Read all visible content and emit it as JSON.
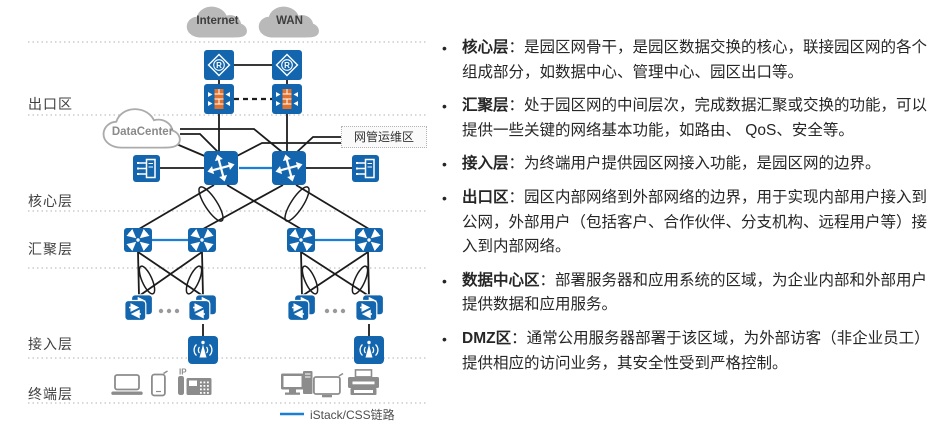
{
  "diagram": {
    "clouds": {
      "internet": "Internet",
      "wan": "WAN",
      "datacenter": "DataCenter"
    },
    "management_zone_label": "网管运维区",
    "layer_labels": [
      "出口区",
      "核心层",
      "汇聚层",
      "接入层",
      "终端层"
    ],
    "legend_label": "iStack/CSS链路",
    "router_letter": "R",
    "ip_phone_label": "IP"
  },
  "panel": {
    "bullet_char": "•",
    "items": [
      {
        "term": "核心层",
        "body": "：是园区网骨干，是园区数据交换的核心，联接园区网的各个组成部分，如数据中心、管理中心、园区出口等。"
      },
      {
        "term": "汇聚层",
        "body": "：处于园区网的中间层次，完成数据汇聚或交换的功能，可以提供一些关键的网络基本功能，如路由、 QoS、安全等。"
      },
      {
        "term": "接入层",
        "body": "：为终端用户提供园区网接入功能，是园区网的边界。"
      },
      {
        "term": "出口区",
        "body": "：园区内部网络到外部网络的边界，用于实现内部用户接入到公网，外部用户（包括客户、合作伙伴、分支机构、远程用户等）接入到内部网络。"
      },
      {
        "term": "数据中心区",
        "body": "：部署服务器和应用系统的区域，为企业内部和外部用户提供数据和应用服务。"
      },
      {
        "term": "DMZ区",
        "body": "：通常公用服务器部署于该区域，为外部访客（非企业员工）提供相应的访问业务，其安全性受到严格控制。"
      }
    ]
  },
  "icons": {
    "cloud-icon": "cloud shape",
    "router-icon": "blue square, diamond with circled R",
    "firewall-icon": "blue square with orange brick column",
    "core-switch-icon": "blue square with four-direction arrows",
    "aggregation-switch-icon": "blue square with four inward arrows",
    "access-switch-stack-icon": "two stacked blue squares with opposing arrows",
    "wireless-ap-icon": "blue square with antenna and radio waves",
    "server-icon": "blue square with server rack glyph",
    "laptop-icon": "gray laptop outline",
    "smartphone-icon": "gray smartphone outline",
    "ip-phone-icon": "gray desk phone with IP tag",
    "desktop-pc-icon": "gray monitor with tower",
    "monitor-icon": "gray display outline",
    "printer-icon": "gray printer",
    "link-bundle-loop": "ellipse loop around trunked links"
  },
  "colors": {
    "node_blue": "#1366ad",
    "firewall_orange": "#e2712c",
    "istack_link_blue": "#1b7fd6",
    "line_black": "#1c1c1c",
    "cloud_gray": "#b9b9b9",
    "terminal_gray": "#8c8c8c",
    "separator_gray": "#cbcbcb"
  }
}
